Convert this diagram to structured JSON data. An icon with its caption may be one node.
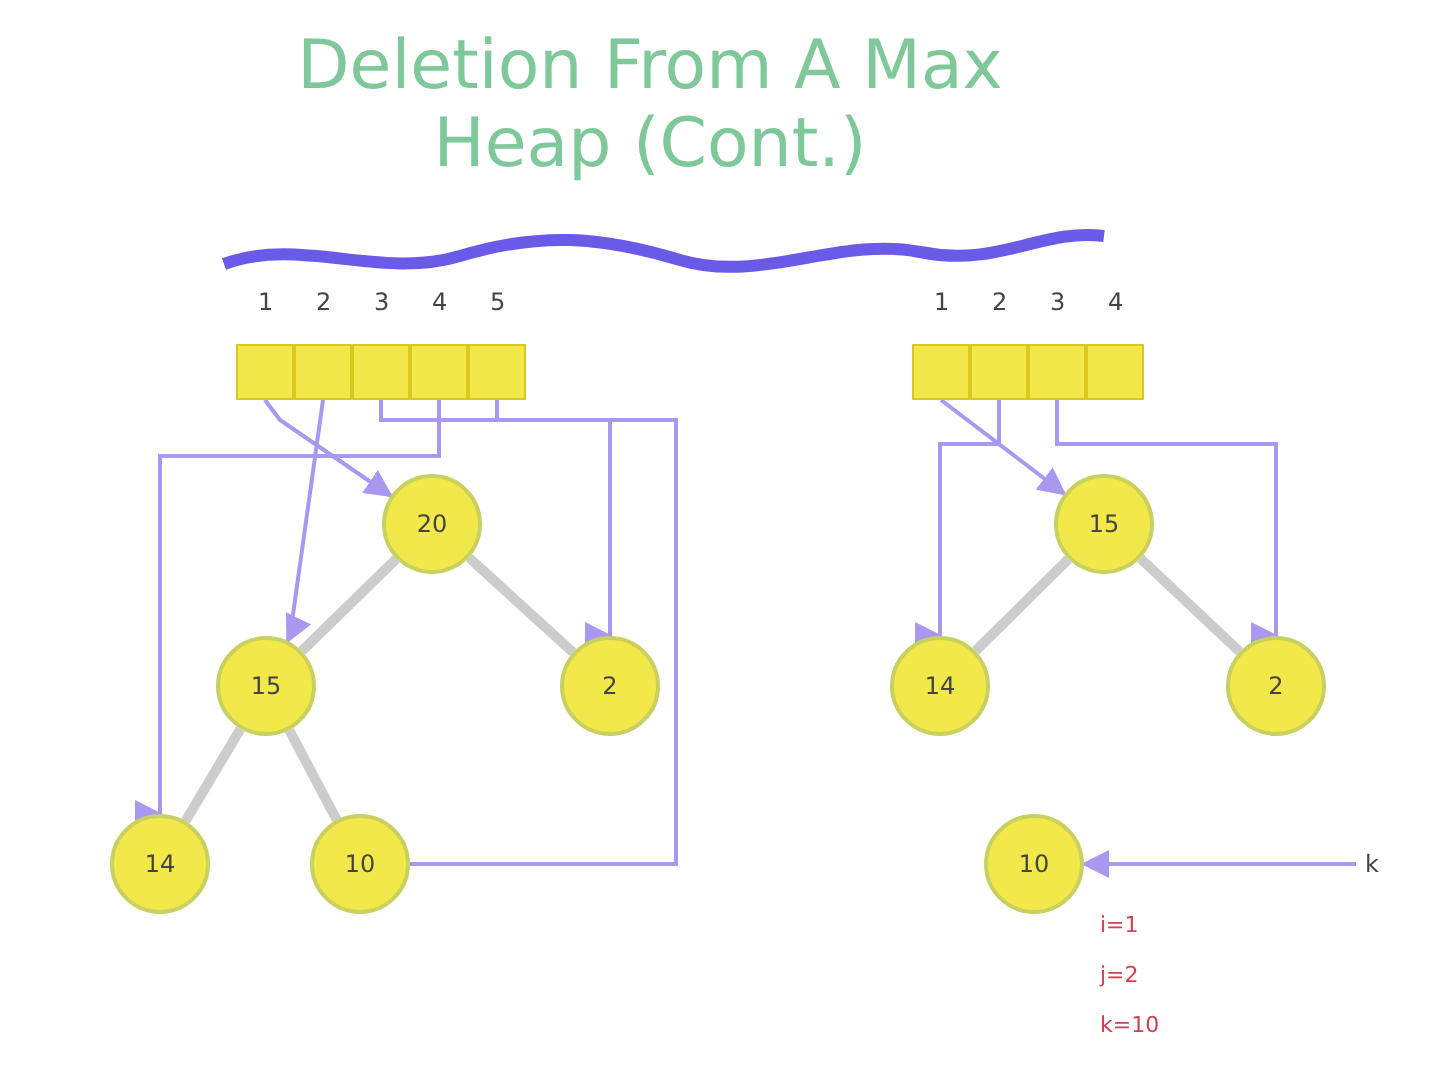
{
  "diagram": {
    "title": "Deletion From A Max Heap (Cont.)",
    "nodes": [
      {
        "text": [],
        "shape": "box"
      },
      {
        "text": [],
        "shape": "box"
      },
      {
        "text": [],
        "shape": "box"
      },
      {
        "text": [],
        "shape": "box"
      },
      {
        "text": [],
        "shape": "box"
      },
      {
        "text": [
          "20"
        ]
      },
      {
        "text": [
          "15"
        ]
      },
      {
        "text": [
          "2"
        ]
      },
      {
        "text": [
          "14"
        ]
      },
      {
        "text": [
          "10"
        ]
      },
      {
        "text": [],
        "shape": "box"
      },
      {
        "text": [],
        "shape": "box"
      },
      {
        "text": [],
        "shape": "box"
      },
      {
        "text": [],
        "shape": "box"
      },
      {
        "text": [
          "15"
        ]
      },
      {
        "text": [
          "14"
        ]
      },
      {
        "text": [
          "2"
        ]
      },
      {
        "text": [
          "10"
        ]
      },
      {
        "text": [
          "k"
        ]
      }
    ],
    "edges": [
      {
        "from": 0,
        "to": 5,
        "arrow": "to"
      },
      {
        "from": 1,
        "to": 6,
        "arrow": "to"
      },
      {
        "from": 2,
        "to": 7,
        "arrow": "to"
      },
      {
        "from": 3,
        "to": 8,
        "arrow": "to"
      },
      {
        "from": 4,
        "to": 9,
        "arrow": "to"
      },
      {
        "from": 5,
        "to": 6,
        "arrow": "none",
        "style": "thick",
        "color": "#cccccc"
      },
      {
        "from": 5,
        "to": 7,
        "arrow": "none",
        "style": "thick",
        "color": "#cccccc"
      },
      {
        "from": 6,
        "to": 8,
        "arrow": "none",
        "style": "thick",
        "color": "#cccccc"
      },
      {
        "from": 6,
        "to": 9,
        "arrow": "none",
        "style": "thick",
        "color": "#cccccc"
      },
      {
        "from": 10,
        "to": 14,
        "arrow": "to"
      },
      {
        "from": 11,
        "to": 15,
        "arrow": "to"
      },
      {
        "from": 12,
        "to": 16,
        "arrow": "to"
      },
      {
        "from": 14,
        "to": 15,
        "arrow": "none",
        "style": "thick",
        "color": "#cccccc"
      },
      {
        "from": 14,
        "to": 16,
        "arrow": "none",
        "style": "thick",
        "color": "#cccccc"
      },
      {
        "from": 18,
        "to": 17,
        "arrow": "to"
      }
    ],
    "labels": [
      "1",
      "2",
      "3",
      "4",
      "5",
      "1",
      "2",
      "3",
      "4",
      "i=1",
      "j=2",
      "k=10"
    ]
  }
}
